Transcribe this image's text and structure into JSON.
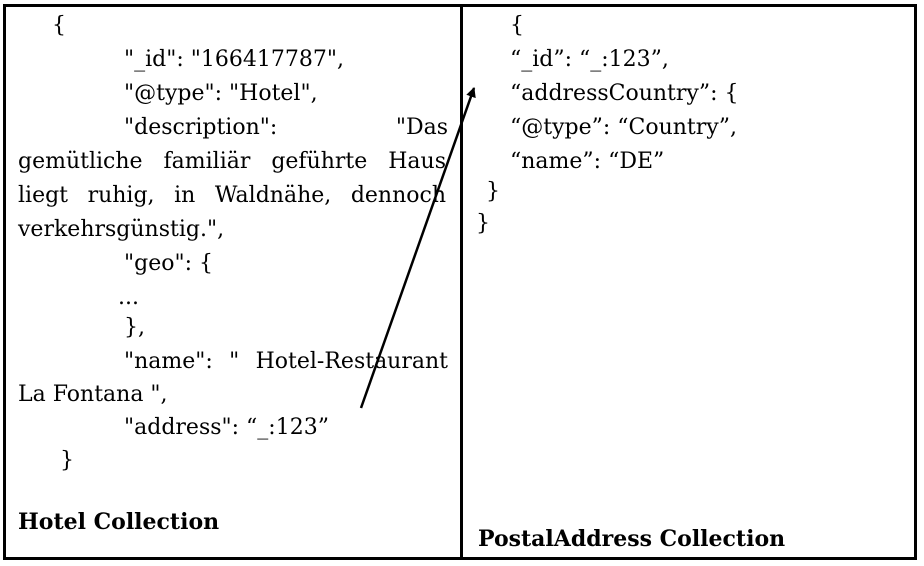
{
  "hotel": {
    "lines": [
      "{",
      "\"_id\": \"166417787\",",
      "\"@type\": \"Hotel\",",
      "\"description\":               \"Das",
      "gemütliche familiär geführte Haus",
      "liegt ruhig, in Waldnähe, dennoch",
      "verkehrsgünstig.\",",
      "\"geo\": {",
      "...",
      "},",
      "\"name\": \" Hotel-Restaurant",
      "La Fontana \",",
      "\"address\": “_:123”",
      "}"
    ],
    "caption": "Hotel Collection"
  },
  "postal": {
    "lines": [
      "{",
      "“_id”: “_:123”,",
      "“addressCountry”: {",
      "“@type”: “Country”,",
      "“name”: “DE”",
      "}",
      "}"
    ],
    "caption": "PostalAddress Collection"
  }
}
